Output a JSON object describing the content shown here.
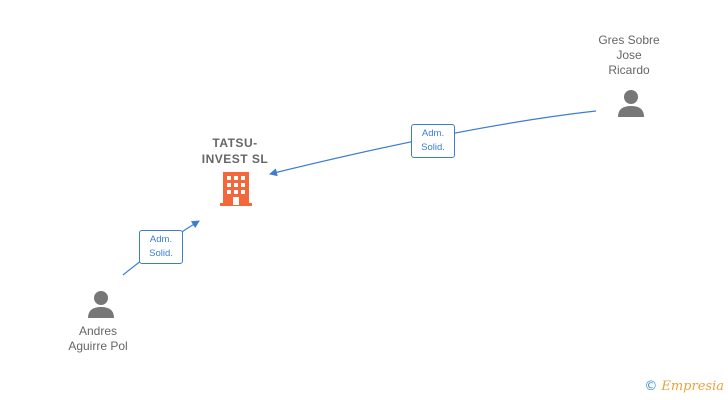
{
  "nodes": {
    "company": {
      "name": "TATSU-\nINVEST  SL",
      "color": "#f4673a"
    },
    "person_top_right": {
      "name": "Gres Sobre\nJose\nRicardo"
    },
    "person_bottom_left": {
      "name": "Andres\nAguirre Pol"
    }
  },
  "edges": {
    "top_right_role": {
      "line1": "Adm.",
      "line2": "Solid."
    },
    "bottom_left_role": {
      "line1": "Adm.",
      "line2": "Solid."
    }
  },
  "colors": {
    "edge": "#3c7dd1",
    "person_icon": "#777777",
    "company_icon": "#f4673a"
  },
  "footer": {
    "copyright": "©",
    "brand": "Empresia"
  }
}
